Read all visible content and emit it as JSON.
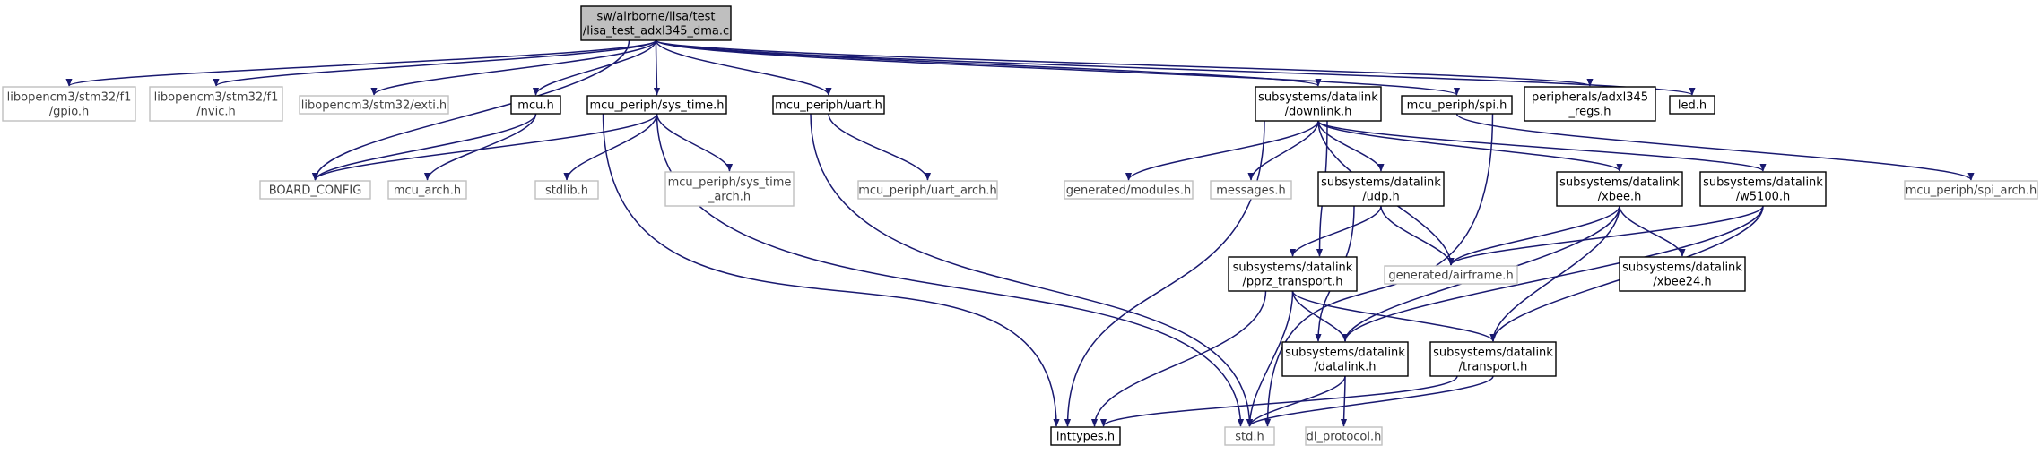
{
  "colors": {
    "edge": "#191970",
    "node_border_bold": "#000000",
    "node_border_light": "#bfbfbf",
    "text_bold": "#000000",
    "text_light": "#404040",
    "root_fill": "#bfbfbf"
  },
  "nodes": {
    "root": {
      "lines": [
        "sw/airborne/lisa/test",
        "/lisa_test_adxl345_dma.c"
      ],
      "style": "root"
    },
    "gpio": {
      "lines": [
        "libopencm3/stm32/f1",
        "/gpio.h"
      ],
      "style": "light"
    },
    "nvic": {
      "lines": [
        "libopencm3/stm32/f1",
        "/nvic.h"
      ],
      "style": "light"
    },
    "exti": {
      "lines": [
        "libopencm3/stm32/exti.h"
      ],
      "style": "light"
    },
    "mcu": {
      "lines": [
        "mcu.h"
      ],
      "style": "bold"
    },
    "sys_time": {
      "lines": [
        "mcu_periph/sys_time.h"
      ],
      "style": "bold"
    },
    "uart": {
      "lines": [
        "mcu_periph/uart.h"
      ],
      "style": "bold"
    },
    "downlink": {
      "lines": [
        "subsystems/datalink",
        "/downlink.h"
      ],
      "style": "bold"
    },
    "spi": {
      "lines": [
        "mcu_periph/spi.h"
      ],
      "style": "bold"
    },
    "adxl_regs": {
      "lines": [
        "peripherals/adxl345",
        "_regs.h"
      ],
      "style": "bold"
    },
    "led": {
      "lines": [
        "led.h"
      ],
      "style": "bold"
    },
    "board_config": {
      "lines": [
        "BOARD_CONFIG"
      ],
      "style": "light"
    },
    "mcu_arch": {
      "lines": [
        "mcu_arch.h"
      ],
      "style": "light"
    },
    "stdlib": {
      "lines": [
        "stdlib.h"
      ],
      "style": "light"
    },
    "sys_time_arch": {
      "lines": [
        "mcu_periph/sys_time",
        "_arch.h"
      ],
      "style": "light"
    },
    "uart_arch": {
      "lines": [
        "mcu_periph/uart_arch.h"
      ],
      "style": "light"
    },
    "gen_modules": {
      "lines": [
        "generated/modules.h"
      ],
      "style": "light"
    },
    "messages": {
      "lines": [
        "messages.h"
      ],
      "style": "light"
    },
    "udp": {
      "lines": [
        "subsystems/datalink",
        "/udp.h"
      ],
      "style": "bold"
    },
    "xbee": {
      "lines": [
        "subsystems/datalink",
        "/xbee.h"
      ],
      "style": "bold"
    },
    "w5100": {
      "lines": [
        "subsystems/datalink",
        "/w5100.h"
      ],
      "style": "bold"
    },
    "spi_arch": {
      "lines": [
        "mcu_periph/spi_arch.h"
      ],
      "style": "light"
    },
    "pprz": {
      "lines": [
        "subsystems/datalink",
        "/pprz_transport.h"
      ],
      "style": "bold"
    },
    "gen_airframe": {
      "lines": [
        "generated/airframe.h"
      ],
      "style": "light"
    },
    "xbee24": {
      "lines": [
        "subsystems/datalink",
        "/xbee24.h"
      ],
      "style": "bold"
    },
    "datalink": {
      "lines": [
        "subsystems/datalink",
        "/datalink.h"
      ],
      "style": "bold"
    },
    "transport": {
      "lines": [
        "subsystems/datalink",
        "/transport.h"
      ],
      "style": "bold"
    },
    "inttypes": {
      "lines": [
        "inttypes.h"
      ],
      "style": "bold"
    },
    "std": {
      "lines": [
        "std.h"
      ],
      "style": "light"
    },
    "dl_protocol": {
      "lines": [
        "dl_protocol.h"
      ],
      "style": "light"
    }
  },
  "edges": [
    [
      "root",
      "gpio"
    ],
    [
      "root",
      "nvic"
    ],
    [
      "root",
      "exti"
    ],
    [
      "root",
      "mcu"
    ],
    [
      "root",
      "board_config"
    ],
    [
      "root",
      "sys_time"
    ],
    [
      "root",
      "uart"
    ],
    [
      "root",
      "downlink"
    ],
    [
      "root",
      "spi"
    ],
    [
      "root",
      "adxl_regs"
    ],
    [
      "root",
      "led"
    ],
    [
      "mcu",
      "board_config"
    ],
    [
      "mcu",
      "mcu_arch"
    ],
    [
      "sys_time",
      "board_config"
    ],
    [
      "sys_time",
      "stdlib"
    ],
    [
      "sys_time",
      "sys_time_arch"
    ],
    [
      "sys_time",
      "inttypes"
    ],
    [
      "sys_time",
      "std"
    ],
    [
      "uart",
      "uart_arch"
    ],
    [
      "uart",
      "std"
    ],
    [
      "downlink",
      "gen_modules"
    ],
    [
      "downlink",
      "messages"
    ],
    [
      "downlink",
      "udp"
    ],
    [
      "downlink",
      "xbee"
    ],
    [
      "downlink",
      "w5100"
    ],
    [
      "downlink",
      "gen_airframe"
    ],
    [
      "downlink",
      "pprz"
    ],
    [
      "downlink",
      "inttypes"
    ],
    [
      "spi",
      "spi_arch"
    ],
    [
      "spi",
      "std"
    ],
    [
      "udp",
      "pprz"
    ],
    [
      "udp",
      "gen_airframe"
    ],
    [
      "udp",
      "datalink"
    ],
    [
      "xbee",
      "gen_airframe"
    ],
    [
      "xbee",
      "xbee24"
    ],
    [
      "xbee",
      "datalink"
    ],
    [
      "xbee",
      "transport"
    ],
    [
      "w5100",
      "gen_airframe"
    ],
    [
      "w5100",
      "datalink"
    ],
    [
      "w5100",
      "transport"
    ],
    [
      "pprz",
      "datalink"
    ],
    [
      "pprz",
      "transport"
    ],
    [
      "pprz",
      "inttypes"
    ],
    [
      "pprz",
      "std"
    ],
    [
      "datalink",
      "std"
    ],
    [
      "datalink",
      "dl_protocol"
    ],
    [
      "transport",
      "inttypes"
    ],
    [
      "transport",
      "std"
    ]
  ]
}
